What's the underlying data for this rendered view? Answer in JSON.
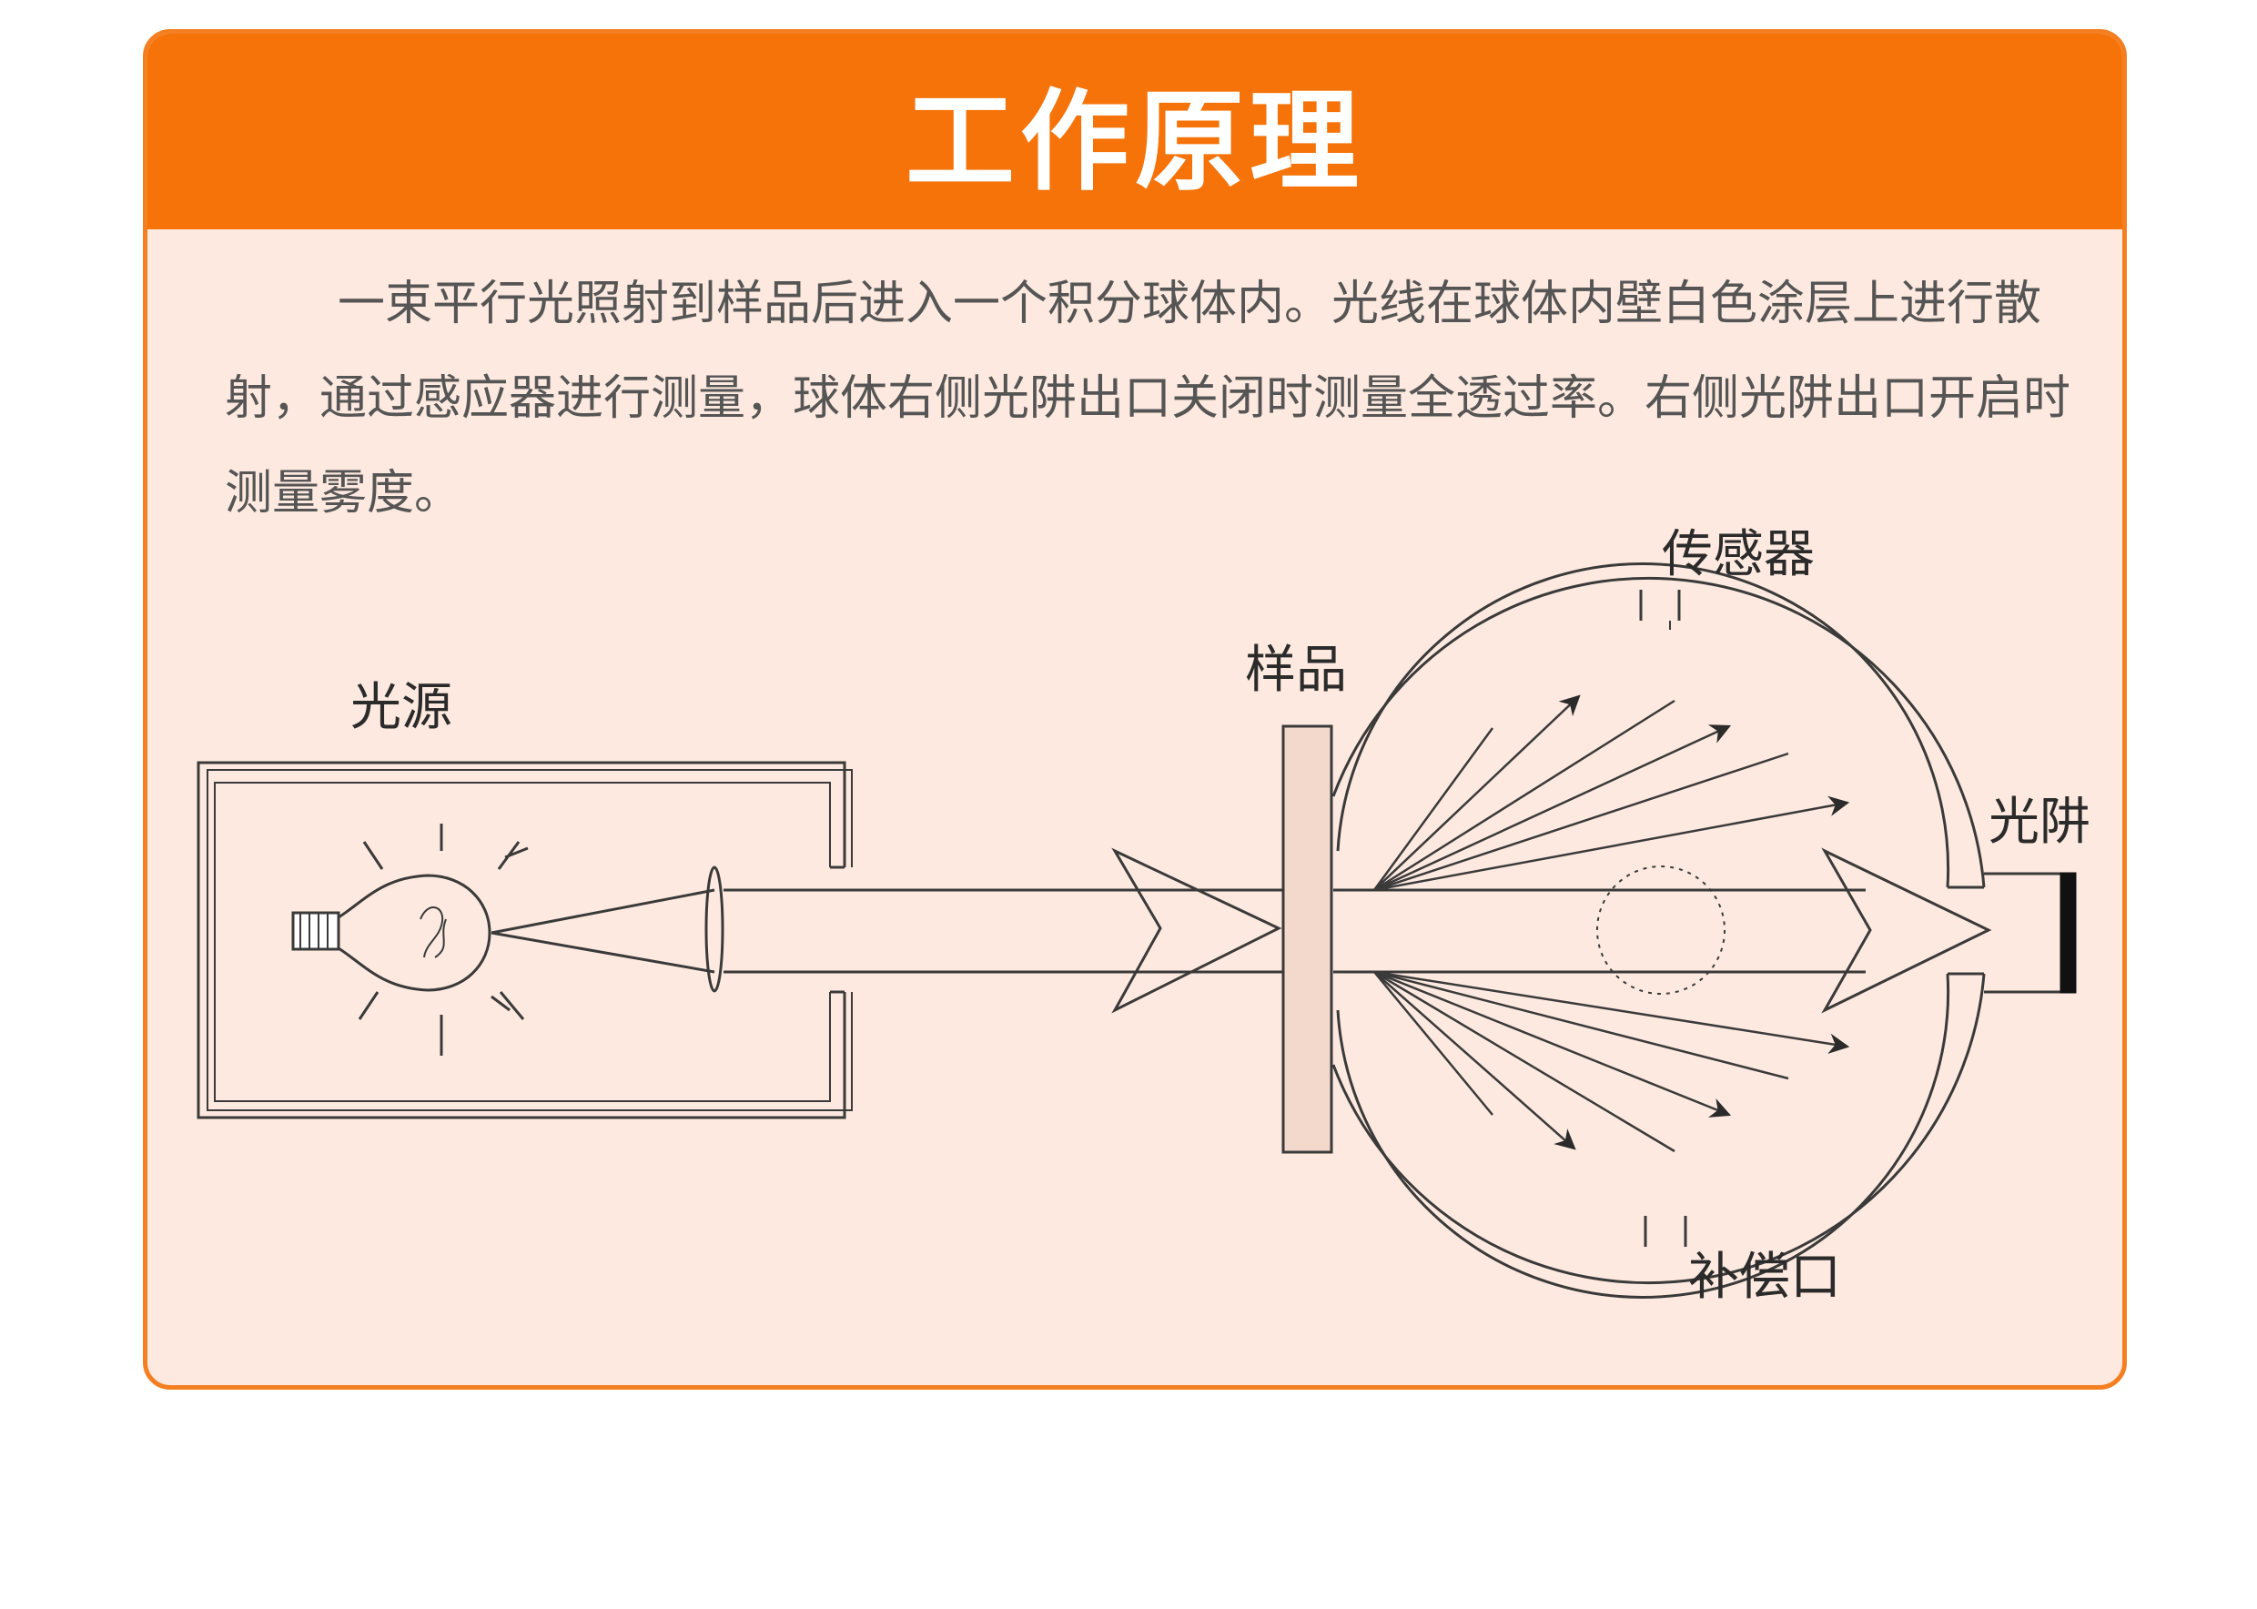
{
  "header": {
    "title": "工作原理"
  },
  "description": "一束平行光照射到样品后进入一个积分球体内。光线在球体内壁白色涂层上进行散射，通过感应器进行测量，球体右侧光阱出口关闭时测量全透过率。右侧光阱出口开启时测量雾度。",
  "diagram": {
    "labels": {
      "light_source": "光源",
      "sample": "样品",
      "sensor": "传感器",
      "light_trap": "光阱",
      "compensation_port": "补偿口"
    }
  }
}
